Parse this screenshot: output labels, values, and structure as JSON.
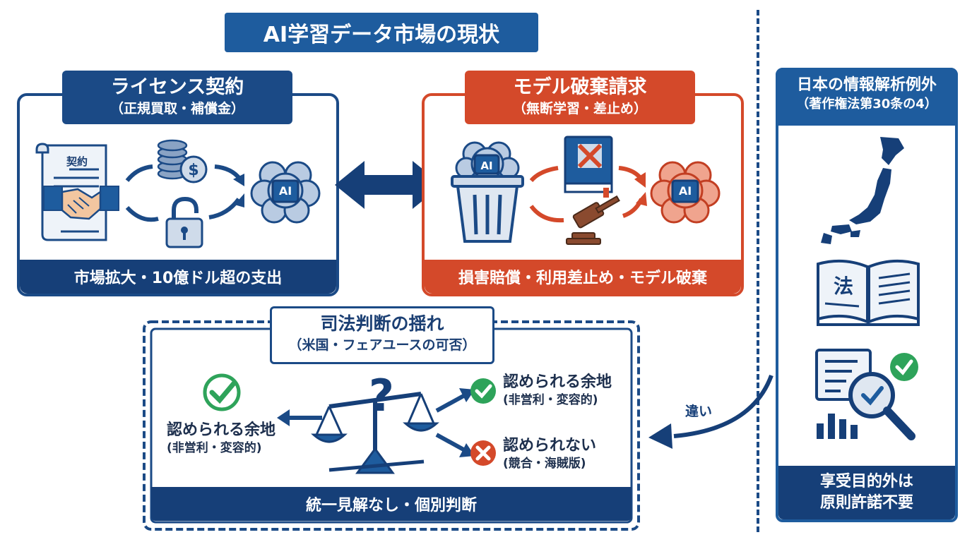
{
  "title": "AI学習データ市場の現状",
  "license": {
    "title": "ライセンス契約",
    "subtitle": "（正規買取・補償金）",
    "doc_label": "契約",
    "ai_label": "AI",
    "footer": "市場拡大・10億ドル超の支出"
  },
  "destroy": {
    "title": "モデル破棄請求",
    "subtitle": "（無断学習・差止め）",
    "ai_label_trash": "AI",
    "ai_label": "AI",
    "footer": "損害賠償・利用差止め・モデル破棄"
  },
  "judicial": {
    "title": "司法判断の揺れ",
    "subtitle": "（米国・フェアユースの可否）",
    "left_main": "認められる余地",
    "left_sub": "(非営利・変容的)",
    "right_top_main": "認められる余地",
    "right_top_sub": "(非営利・変容的)",
    "right_bottom_main": "認められない",
    "right_bottom_sub": "(競合・海賊版)",
    "footer": "統一見解なし・個別判断"
  },
  "japan": {
    "title": "日本の情報解析例外",
    "subtitle": "（著作権法第30条の4）",
    "book_label": "法",
    "footer_line1": "享受目的外は",
    "footer_line2": "原則許諾不要"
  },
  "difference_label": "違い",
  "colors": {
    "navy": "#1b4a86",
    "blue": "#1e5c9e",
    "red": "#d4492a",
    "green": "#2ea35a",
    "footer_navy": "#163f78"
  }
}
